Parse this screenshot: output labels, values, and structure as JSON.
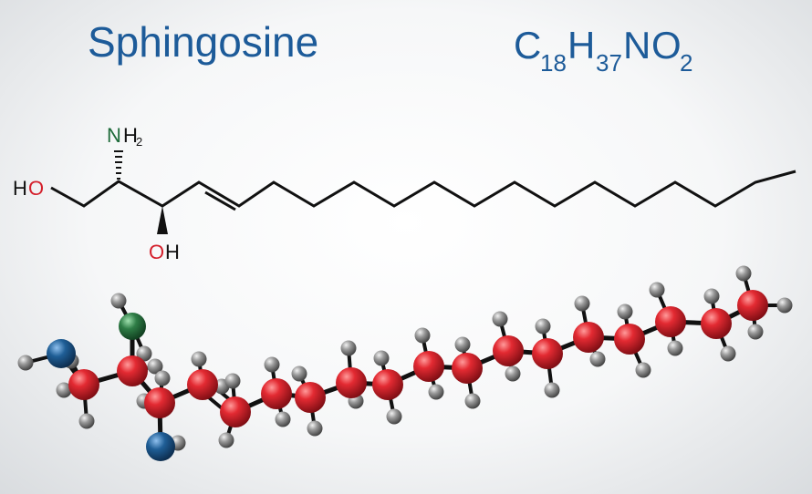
{
  "compound": {
    "name": "Sphingosine",
    "formula": {
      "parts": [
        {
          "text": "C",
          "sub": "18"
        },
        {
          "text": "H",
          "sub": "37"
        },
        {
          "text": "N",
          "sub": ""
        },
        {
          "text": "O",
          "sub": "2"
        }
      ]
    }
  },
  "structure": {
    "labels": {
      "ho_h": "H",
      "ho_o": "O",
      "nh2_n": "N",
      "nh2_h": "H",
      "nh2_sub": "2",
      "oh_o": "O",
      "oh_h": "H"
    }
  },
  "colors": {
    "title": "#1d5b99",
    "bond": "#111111",
    "oxygen_label": "#d41f2b",
    "nitrogen_label": "#1e6b3a",
    "carbon_atom": "#d6202a",
    "hydrogen_atom": "#8e8e8e",
    "oxygen_atom": "#1f5e96",
    "nitrogen_atom": "#2e7d46"
  }
}
